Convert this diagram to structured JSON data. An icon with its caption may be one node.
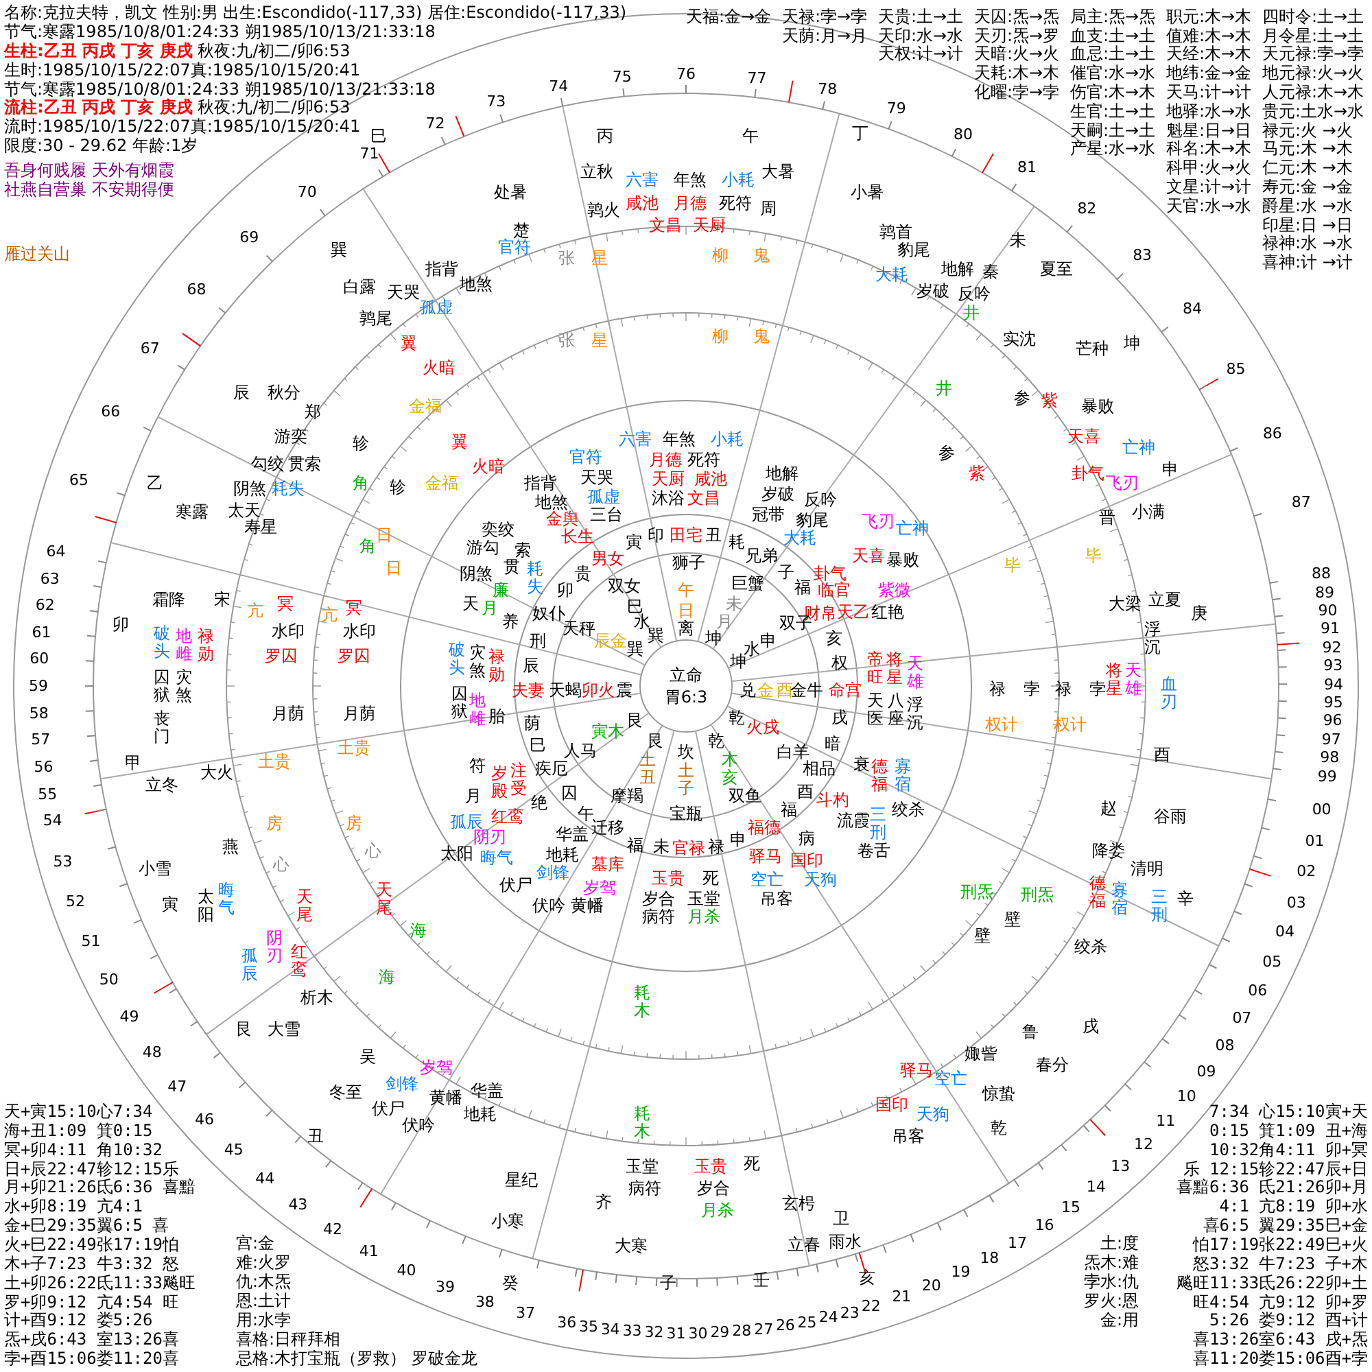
{
  "diagram": {
    "nodes": [
      {
        "text": [
          "立命",
          "胃6:3"
        ]
      }
    ],
    "labels": [
      "名称:克拉夫特，凯文 性别:男 出生:Escondido(-117,33) 居住:Escondido(-117,33)",
      "节气:寒露1985/10/8/01:24:33 朔1985/10/13/21:33:18",
      "**生柱:乙丑 丙戌 丁亥 庚戌** 秋夜:九/初二/卯6:53",
      "生时:1985/10/15/22:07真:1985/10/15/20:41",
      "节气:寒露1985/10/8/01:24:33 朔1985/10/13/21:33:18",
      "**流柱:乙丑 丙戌 丁亥 庚戌** 秋夜:九/初二/卯6:53",
      "流时:1985/10/15/22:07真:1985/10/15/20:41",
      "限度:30 - 29.62 年龄:1岁",
      "吾身何贱履 天外有烟霞",
      "社燕自营巢 不安期得便",
      "雁过关山",
      "天福:金→金",
      "天禄:孛→孛",
      "天贵:土→土",
      "天囚:炁→炁",
      "局主:炁→炁",
      "职元:木→木",
      "四时令:土→土",
      "天荫:月→月",
      "天印:水→水",
      "天刃:炁→罗",
      "血支:土→土",
      "值难:木→木",
      "月令星:土→土",
      "天权:计→计",
      "天暗:火→火",
      "血忌:土→土",
      "天经:木→木",
      "天元禄:孛→孛",
      "天耗:木→木",
      "催官:水→水",
      "地纬:金→金",
      "地元禄:火→火",
      "化曜:孛→孛",
      "伤官:木→木",
      "天马:计→计",
      "人元禄:木→木",
      "生官:土→土",
      "地驿:水→水",
      "贵元:土水→水",
      "天嗣:土→土",
      "魁星:日→日",
      "禄元:火 →火",
      "产星:水→水",
      "科名:木→木",
      "马元:木 →木",
      "科甲:火→火",
      "仁元:木 →木",
      "文星:计→计",
      "寿元:金 →金",
      "天官:水→水",
      "爵星:水 →水",
      "印星:日 →日",
      "禄神:水 →水",
      "喜神:计 →计",
      "巳",
      "丙",
      "午",
      "丁",
      "未",
      "处暑",
      "楚",
      "立秋",
      "鹑火",
      "大暑",
      "周",
      "小暑",
      "鹑首",
      "秦",
      "夏至",
      "巽",
      "白露",
      "鹑尾",
      "辰",
      "秋分",
      "郑",
      "乙",
      "寒露",
      "寿星",
      "霜降",
      "宋",
      "卯",
      "甲",
      "立冬",
      "大火",
      "燕",
      "小雪",
      "寅",
      "析木",
      "艮",
      "大雪",
      "吴",
      "冬至",
      "丑",
      "星纪",
      "小寒",
      "齐",
      "大寒",
      "癸",
      "子",
      "壬",
      "玄枵",
      "立春",
      "卫",
      "雨水",
      "亥",
      "娵訾",
      "惊蛰",
      "乾",
      "鲁",
      "春分",
      "戌",
      "降娄",
      "清明",
      "辛",
      "赵",
      "谷雨",
      "酉",
      "大梁",
      "立夏",
      "庚",
      "晋",
      "小满",
      "申",
      "实沈",
      "芒种",
      "坤",
      "六害",
      "年煞",
      "小耗",
      "咸池",
      "月德",
      "死符",
      "文昌",
      "天厨",
      "官符",
      "指背",
      "天哭",
      "地煞",
      "孤虚",
      "豹尾",
      "大耗",
      "地解",
      "岁破",
      "反吟",
      "暴败",
      "天喜",
      "亡神",
      "卦气",
      "飞刃",
      "将星",
      "天雄",
      "浮沉",
      "血刃",
      "德福",
      "寡宿",
      "三刑",
      "绞杀",
      "驿马",
      "空亡",
      "国印",
      "天狗",
      "吊客",
      "玉堂",
      "玉贵",
      "死",
      "病符",
      "岁合",
      "月杀",
      "剑锋",
      "岁驾",
      "伏尸",
      "黄幡",
      "伏吟",
      "华盖",
      "地耗",
      "太阳",
      "晦气",
      "孤辰",
      "阴刃",
      "红鸾",
      "破头",
      "地雌",
      "禄勋",
      "囚狱",
      "灾煞",
      "丧门",
      "游奕",
      "勾绞",
      "贯索",
      "阴煞",
      "耗失",
      "太天",
      "张",
      "星",
      "柳",
      "鬼",
      "井",
      "参",
      "紫",
      "毕",
      "禄",
      "孛",
      "权计",
      "刑炁",
      "壁",
      "耗木",
      "海",
      "天尾",
      "心",
      "房",
      "土贵",
      "月荫",
      "罗囚",
      "水印",
      "亢",
      "冥",
      "日",
      "角",
      "轸",
      "金福",
      "火暗",
      "翼",
      "张",
      "星",
      "柳",
      "鬼",
      "井",
      "参",
      "紫",
      "毕",
      "禄",
      "孛",
      "权计",
      "刑炁",
      "壁",
      "耗木",
      "海",
      "天尾",
      "心",
      "房",
      "土贵",
      "月荫",
      "罗囚",
      "水印",
      "亢",
      "冥",
      "日",
      "角",
      "轸",
      "金福",
      "火暗",
      "翼",
      "六害",
      "年煞",
      "小耗",
      "月德",
      "死符",
      "天厨",
      "咸池",
      "沐浴",
      "文昌",
      "官符",
      "指背",
      "天哭",
      "地煞",
      "孤虚",
      "金舆",
      "长生",
      "三台",
      "地解",
      "岁破",
      "冠带",
      "反吟",
      "豹尾",
      "大耗",
      "飞刃",
      "亡神",
      "天喜",
      "卦气",
      "暴败",
      "临官",
      "紫微",
      "天乙",
      "红艳",
      "帝旺",
      "将星",
      "天雄",
      "天医",
      "八座",
      "浮沉",
      "衰",
      "德福",
      "寡宿",
      "斗杓",
      "流霞",
      "三刑",
      "绞杀",
      "病",
      "驿马",
      "国印",
      "卷舌",
      "空亡",
      "天狗",
      "吊客",
      "玉贵",
      "死",
      "岁合",
      "玉堂",
      "病符",
      "月杀",
      "华盖",
      "地耗",
      "墓库",
      "伏尸",
      "剑锋",
      "岁驾",
      "伏吟",
      "黄幡",
      "符",
      "月",
      "岁殿",
      "注受",
      "绝",
      "孤辰",
      "红鸾",
      "阴刃",
      "太阳",
      "晦气",
      "破头",
      "灾煞",
      "禄勋",
      "囚狱",
      "地雌",
      "胎",
      "奕绞",
      "游勾",
      "索",
      "阴煞",
      "贯",
      "廉",
      "耗失",
      "天",
      "月",
      "养",
      "寅",
      "印",
      "田宅",
      "丑",
      "耗",
      "男女",
      "兄弟",
      "贵",
      "子",
      "卯",
      "福",
      "奴仆",
      "财帛",
      "刑",
      "亥",
      "辰",
      "权",
      "夫妻",
      "命宫",
      "荫",
      "戌",
      "巳",
      "暗",
      "疾厄",
      "相品",
      "囚",
      "酉",
      "午",
      "福",
      "迁移",
      "福德",
      "福",
      "未",
      "官禄",
      "禄",
      "申",
      "狮子",
      "午",
      "日",
      "离",
      "巨蟹",
      "未",
      "月",
      "坤",
      "坤",
      "水",
      "申",
      "双子",
      "兑",
      "金",
      "酉",
      "金牛",
      "乾",
      "乾",
      "火戌",
      "木亥",
      "白羊",
      "双鱼",
      "坎",
      "土子",
      "宝瓶",
      "艮",
      "土丑",
      "摩羯",
      "寅木",
      "艮",
      "人马",
      "天蝎",
      "卯火",
      "震",
      "天秤",
      "辰金",
      "巽",
      "双女",
      "巳",
      "水",
      "巽",
      "59",
      "60",
      "61",
      "62",
      "63",
      "64",
      "65",
      "66",
      "67",
      "68",
      "69",
      "70",
      "71",
      "72",
      "73",
      "74",
      "75",
      "76",
      "77",
      "78",
      "79",
      "80",
      "81",
      "82",
      "83",
      "84",
      "85",
      "86",
      "87",
      "88",
      "89",
      "90",
      "91",
      "58",
      "57",
      "56",
      "55",
      "54",
      "53",
      "52",
      "51",
      "50",
      "49",
      "48",
      "47",
      "46",
      "45",
      "44",
      "43",
      "42",
      "41",
      "40",
      "39",
      "38",
      "37",
      "36",
      "35",
      "34",
      "33",
      "32",
      "31",
      "30",
      "29",
      "28",
      "27",
      "26",
      "25",
      "24",
      "23",
      "22",
      "21",
      "20",
      "19",
      "18",
      "17",
      "16",
      "15",
      "14",
      "13",
      "12",
      "11",
      "10",
      "09",
      "08",
      "07",
      "06",
      "05",
      "04",
      "03",
      "02",
      "01",
      "00",
      "99",
      "98",
      "97",
      "96",
      "95",
      "94",
      "93",
      "92",
      "天+寅15:10心7:34",
      "海+丑1:09 箕0:15",
      "冥+卯4:11 角10:32",
      "日+辰22:47轸12:15乐",
      "月+卯21:26氐6:36 喜黯",
      "水+卯8:19 亢4:1",
      "金+巳29:35翼6:5 喜",
      "火+巳22:49张17:19怕",
      "木+子7:23 牛3:32 怒",
      "土+卯26:22氐11:33飚旺",
      "罗+卯9:12 亢4:54 旺",
      "计+酉9:12 娄5:26",
      "炁+戌6:43 室13:26喜",
      "孛+酉15:06娄11:20喜",
      "宫:金",
      "难:火罗",
      "仇:木炁",
      "恩:土计",
      "用:水孛",
      "喜格:日秤拜相",
      "忌格:木打宝瓶（罗救） 罗破金龙",
      "7:34 心15:10寅+天",
      "0:15 箕1:09 丑+海",
      "10:32角4:11 卯+冥",
      "乐 12:15轸22:47辰+日",
      "喜黯6:36 氐21:26卯+月",
      "4:1 亢8:19 卯+水",
      "喜6:5 翼29:35巳+金",
      "怕17:19张22:49巳+火",
      "怒3:32 牛7:23 子+木",
      "飚旺11:33氐26:22卯+土",
      "旺4:54 亢9:12 卯+罗",
      "5:26 娄9:12 酉+计",
      "喜13:26室6:43 戌+炁",
      "喜11:20娄15:06酉+孛",
      "土:度",
      "炁木:难",
      "孛水:仇",
      "罗火:恩",
      "金:用"
    ]
  }
}
